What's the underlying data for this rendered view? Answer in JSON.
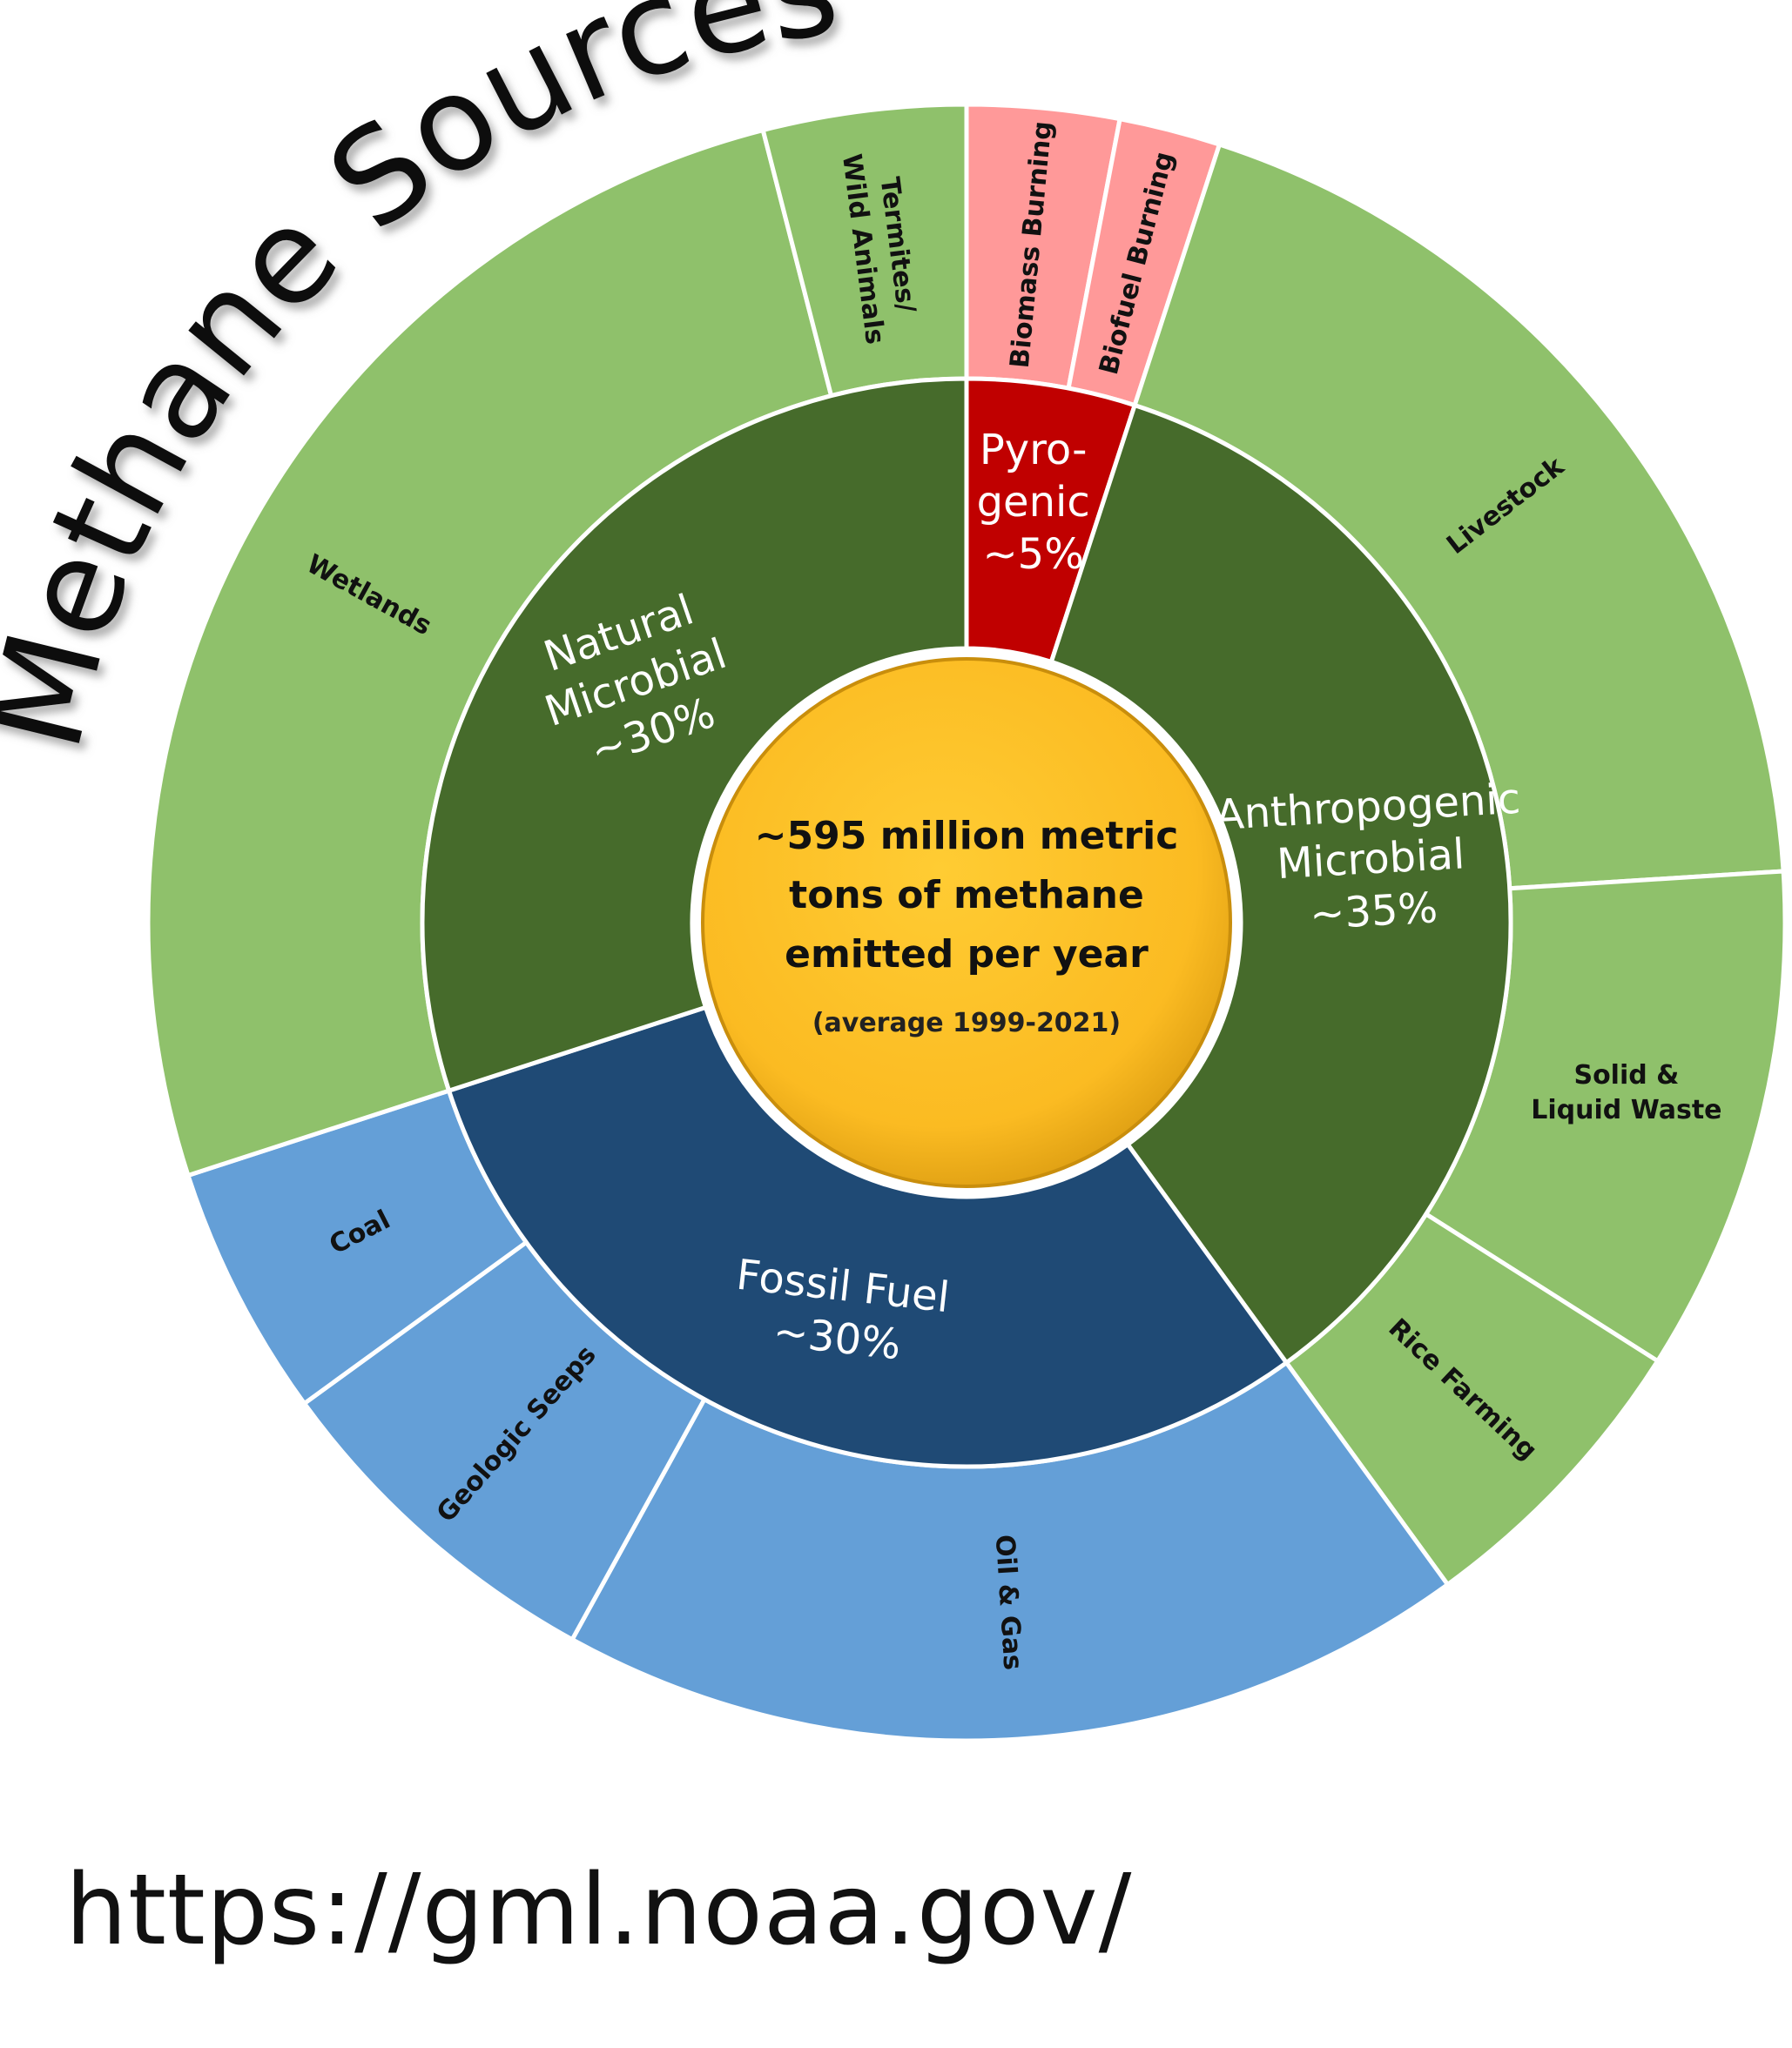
{
  "chart_data": {
    "type": "sunburst",
    "title": "Methane Sources",
    "center": {
      "lines": [
        "~595 million metric",
        "tons of methane",
        "emitted per year"
      ],
      "note": "(average 1999-2021)"
    },
    "categories": [
      {
        "label_lines": [
          "Pyro-",
          "genic",
          "~5%"
        ],
        "share": 0.05,
        "color": "#c00000",
        "children": [
          {
            "label": "Biomass Burning",
            "share": 0.03,
            "color": "#ff9999"
          },
          {
            "label": "Biofuel Burning",
            "share": 0.02,
            "color": "#ff9999"
          }
        ]
      },
      {
        "label_lines": [
          "Anthropogenic",
          "Microbial",
          "~35%"
        ],
        "share": 0.35,
        "color": "#466b2b",
        "children": [
          {
            "label": "Livestock",
            "share": 0.19,
            "color": "#8fc16b"
          },
          {
            "label": "Solid & Liquid Waste",
            "share": 0.1,
            "color": "#8fc16b"
          },
          {
            "label": "Rice Farming",
            "share": 0.06,
            "color": "#8fc16b"
          }
        ]
      },
      {
        "label_lines": [
          "Fossil Fuel",
          "~30%"
        ],
        "share": 0.3,
        "color": "#1f4a75",
        "children": [
          {
            "label": "Oil & Gas",
            "share": 0.18,
            "color": "#649fd7"
          },
          {
            "label": "Geologic Seeps",
            "share": 0.07,
            "color": "#649fd7"
          },
          {
            "label": "Coal",
            "share": 0.05,
            "color": "#649fd7"
          }
        ]
      },
      {
        "label_lines": [
          "Natural",
          "Microbial",
          "~30%"
        ],
        "share": 0.3,
        "color": "#466b2b",
        "children": [
          {
            "label": "Wetlands",
            "share": 0.26,
            "color": "#8fc16b"
          },
          {
            "label": "Termites/Wild Animals",
            "share": 0.04,
            "color": "#8fc16b"
          }
        ]
      }
    ]
  },
  "source": {
    "url": "https://gml.noaa.gov/"
  }
}
